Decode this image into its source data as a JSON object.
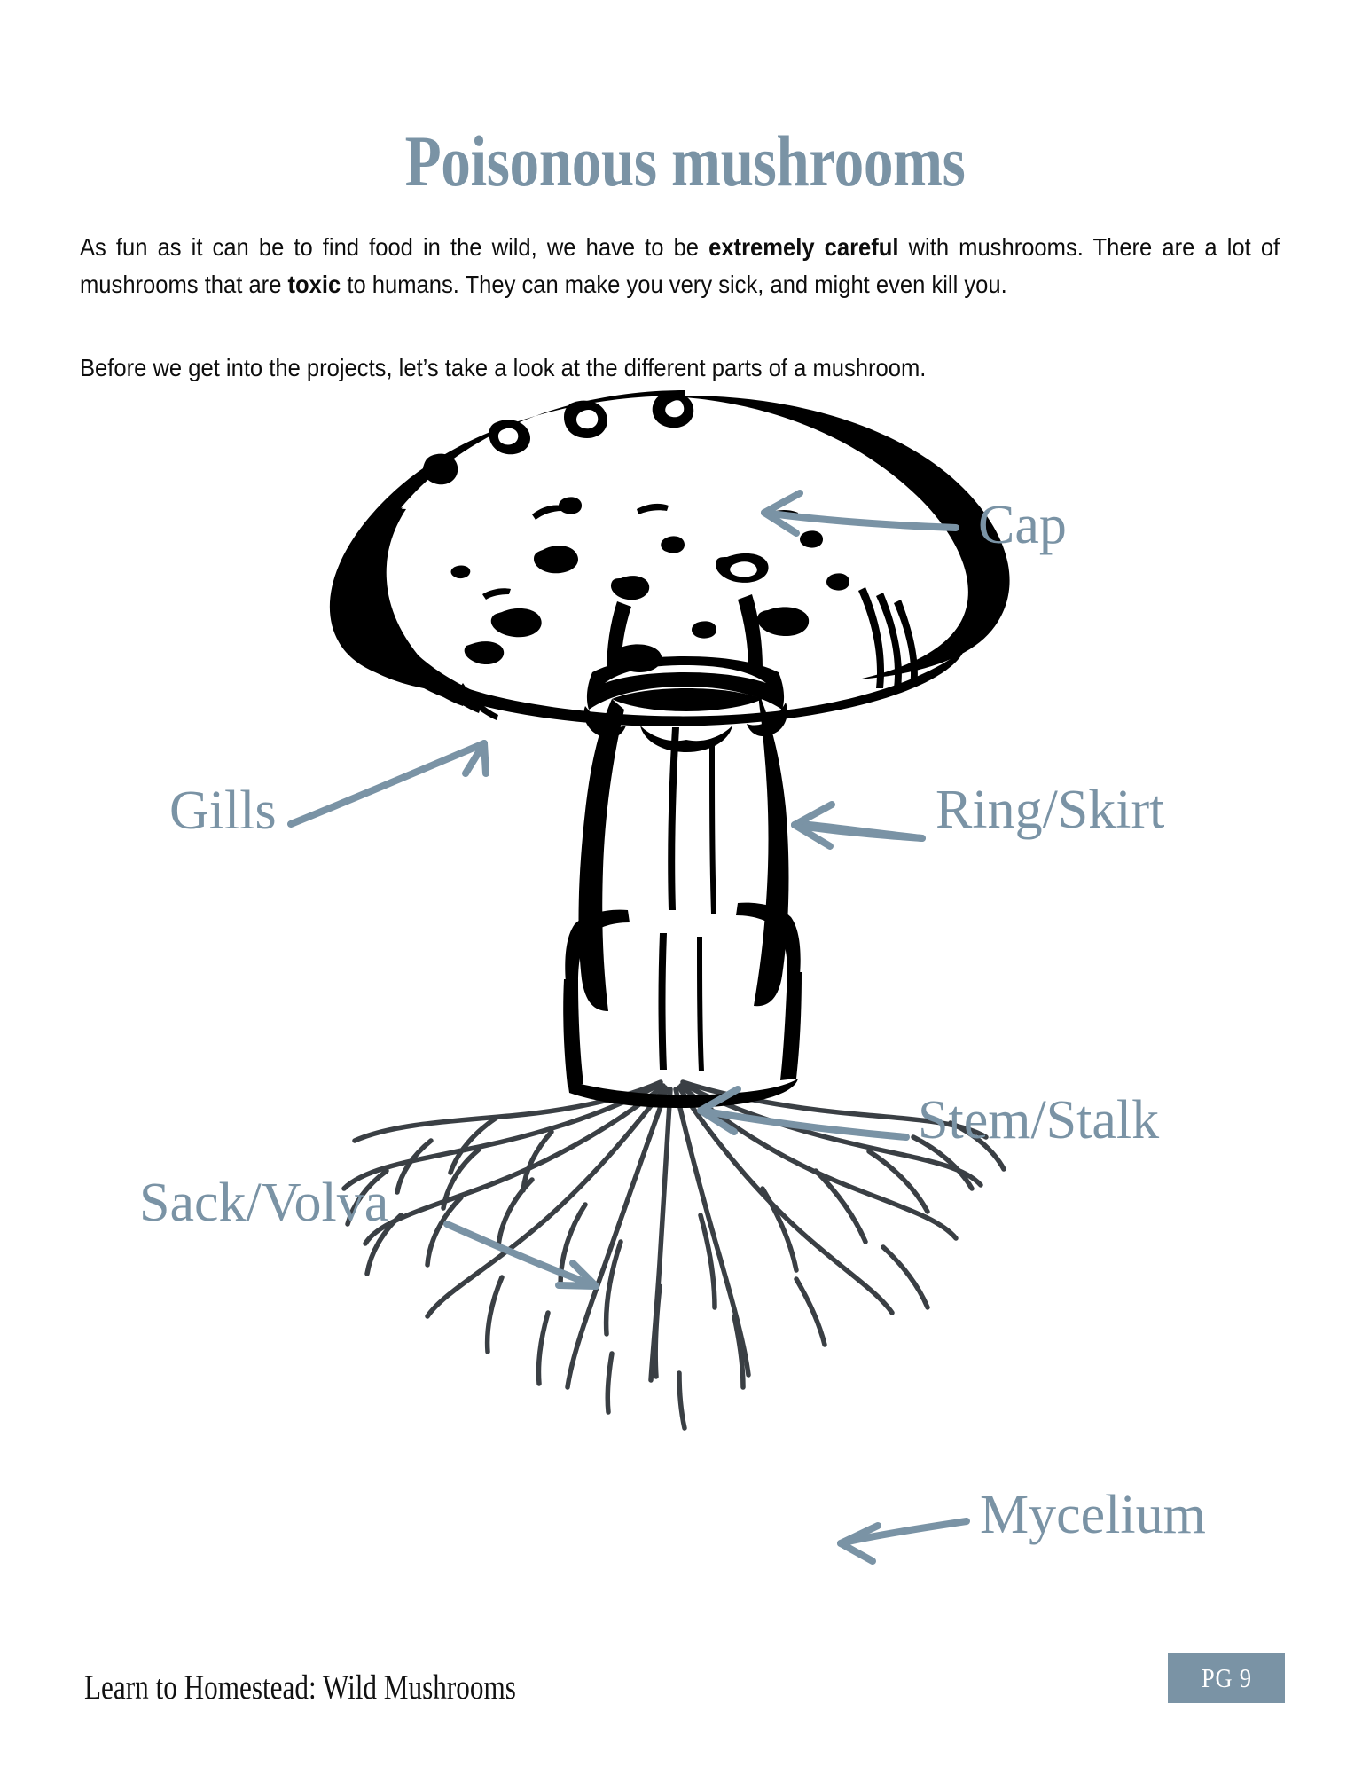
{
  "page": {
    "title": "Poisonous mushrooms",
    "background_color": "#ffffff",
    "accent_color": "#7a93a5",
    "ink_color": "#000000",
    "mycelium_color": "#3a3f44"
  },
  "body": {
    "paragraph_1": {
      "segment_1": "As fun as it can be to find food in the wild, we have to be ",
      "bold_1": "extremely careful",
      "segment_2": " with mushrooms. There are a lot of mushrooms that are ",
      "bold_2": "toxic",
      "segment_3": " to humans. They can make you very sick, and might even kill you."
    },
    "paragraph_2": "Before we get into the projects, let’s take a look at the different parts of a mushroom."
  },
  "diagram": {
    "caption": "mushroom-anatomy-diagram",
    "labels": [
      {
        "id": "cap",
        "text": "Cap",
        "arrow": "points-left"
      },
      {
        "id": "gills",
        "text": "Gills",
        "arrow": "points-upper-right"
      },
      {
        "id": "ring_skirt",
        "text": "Ring/Skirt",
        "arrow": "points-left"
      },
      {
        "id": "stem_stalk",
        "text": "Stem/Stalk",
        "arrow": "points-left"
      },
      {
        "id": "sack_volva",
        "text": "Sack/Volva",
        "arrow": "points-lower-right"
      },
      {
        "id": "mycelium",
        "text": "Mycelium",
        "arrow": "points-left"
      }
    ]
  },
  "footer": {
    "book_title": "Learn to Homestead: Wild Mushrooms",
    "page_label": "PG 9"
  }
}
